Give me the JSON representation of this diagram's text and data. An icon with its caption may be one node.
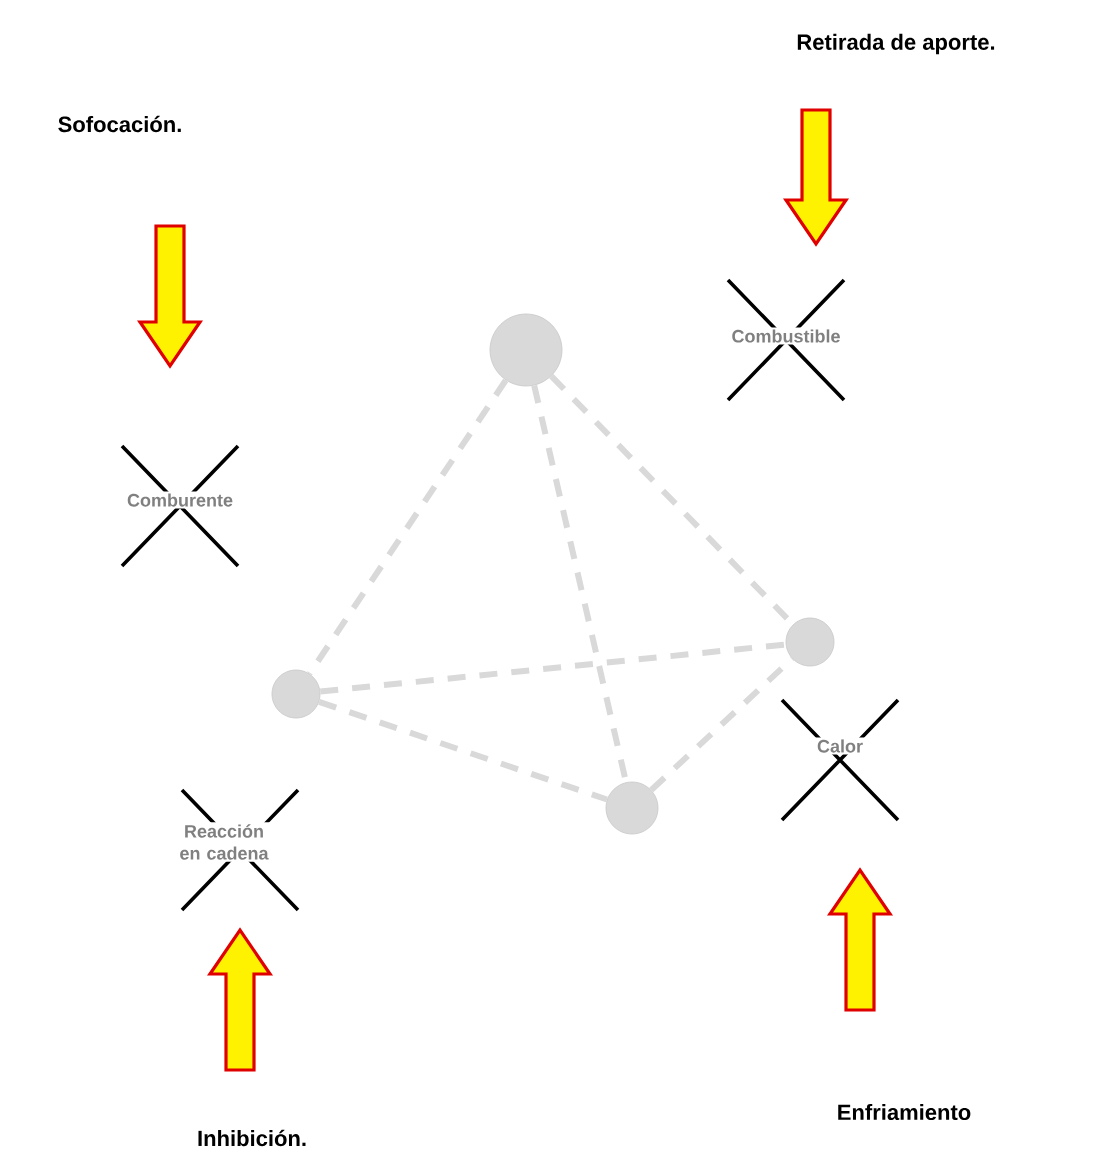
{
  "diagram": {
    "nodes": [
      {
        "text": [],
        "shape": "circle"
      },
      {
        "text": [],
        "shape": "circle"
      },
      {
        "text": [],
        "shape": "circle"
      },
      {
        "text": [],
        "shape": "circle"
      }
    ],
    "edges": [
      {
        "from": 0,
        "to": 2,
        "arrow": "none",
        "style": "dashed"
      },
      {
        "from": 0,
        "to": 1,
        "arrow": "none",
        "style": "dashed"
      },
      {
        "from": 0,
        "to": 3,
        "arrow": "none",
        "style": "dashed"
      },
      {
        "from": 2,
        "to": 1,
        "arrow": "none",
        "style": "dashed"
      },
      {
        "from": 2,
        "to": 3,
        "arrow": "none",
        "style": "dashed"
      },
      {
        "from": 3,
        "to": 1,
        "arrow": "none",
        "style": "dashed"
      }
    ],
    "labels": [
      "Retirada de aporte.",
      "Sofocación.",
      "Combustible",
      "Comburente",
      "Calor",
      "Reacción en cadena",
      "Enfriamiento",
      "Inhibición."
    ]
  }
}
